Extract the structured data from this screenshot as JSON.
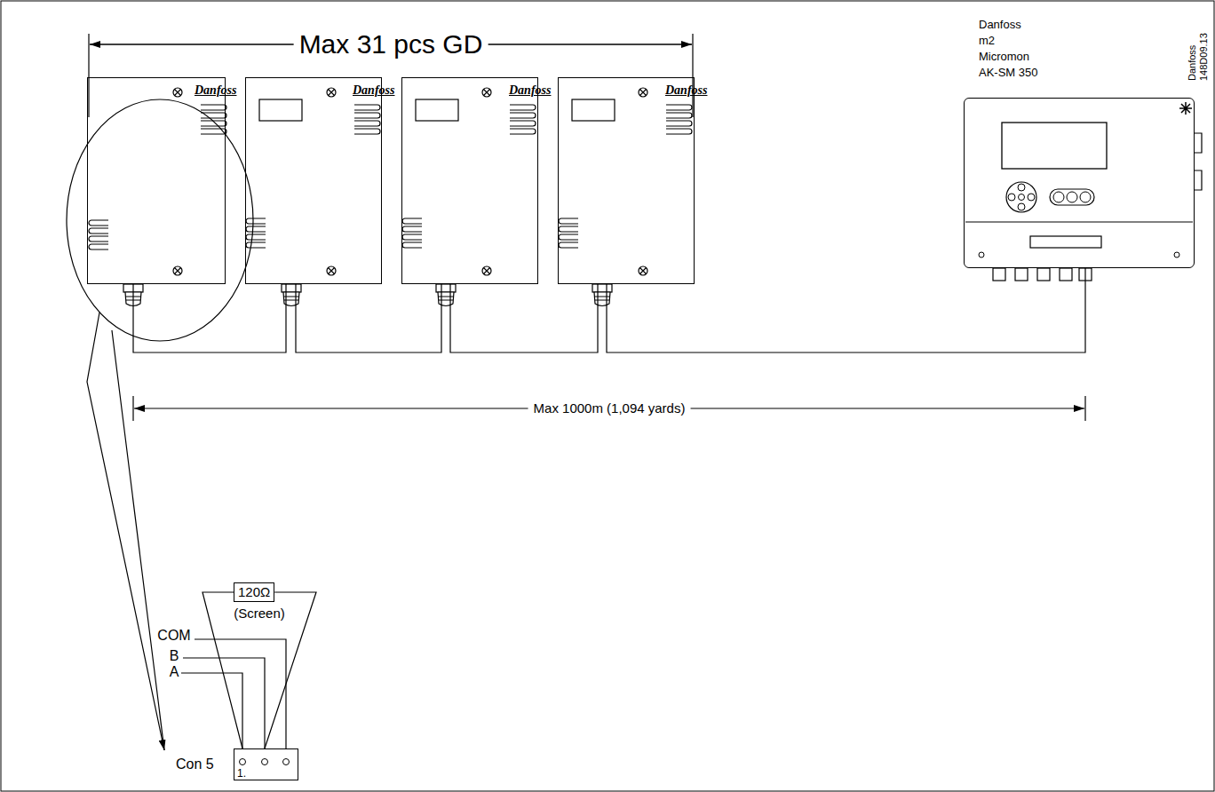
{
  "diagram": {
    "nodes": [
      {
        "text": [
          "Danfoss"
        ]
      },
      {
        "text": [
          "Danfoss"
        ]
      },
      {
        "text": [
          "Danfoss"
        ]
      },
      {
        "text": [
          "Danfoss"
        ]
      },
      {
        "text": [
          "Danfoss m2 Micromon AK-SM 350"
        ]
      },
      {
        "text": [
          "Con 5",
          "1."
        ]
      },
      {
        "text": [
          "120Ω"
        ]
      }
    ],
    "edges": [
      {
        "from": 0,
        "to": 1,
        "arrow": "none"
      },
      {
        "from": 1,
        "to": 2,
        "arrow": "none"
      },
      {
        "from": 2,
        "to": 3,
        "arrow": "none"
      },
      {
        "from": 3,
        "to": 4,
        "arrow": "none"
      },
      {
        "from": 6,
        "to": 5,
        "arrow": "none"
      },
      {
        "from": 6,
        "to": 5,
        "arrow": "none"
      }
    ],
    "labels": [
      "Max 31 pcs GD",
      "Max 1000m (1,094 yards)",
      "(Screen)",
      "COM",
      "B",
      "A",
      "Danfoss 148D09.13"
    ]
  }
}
